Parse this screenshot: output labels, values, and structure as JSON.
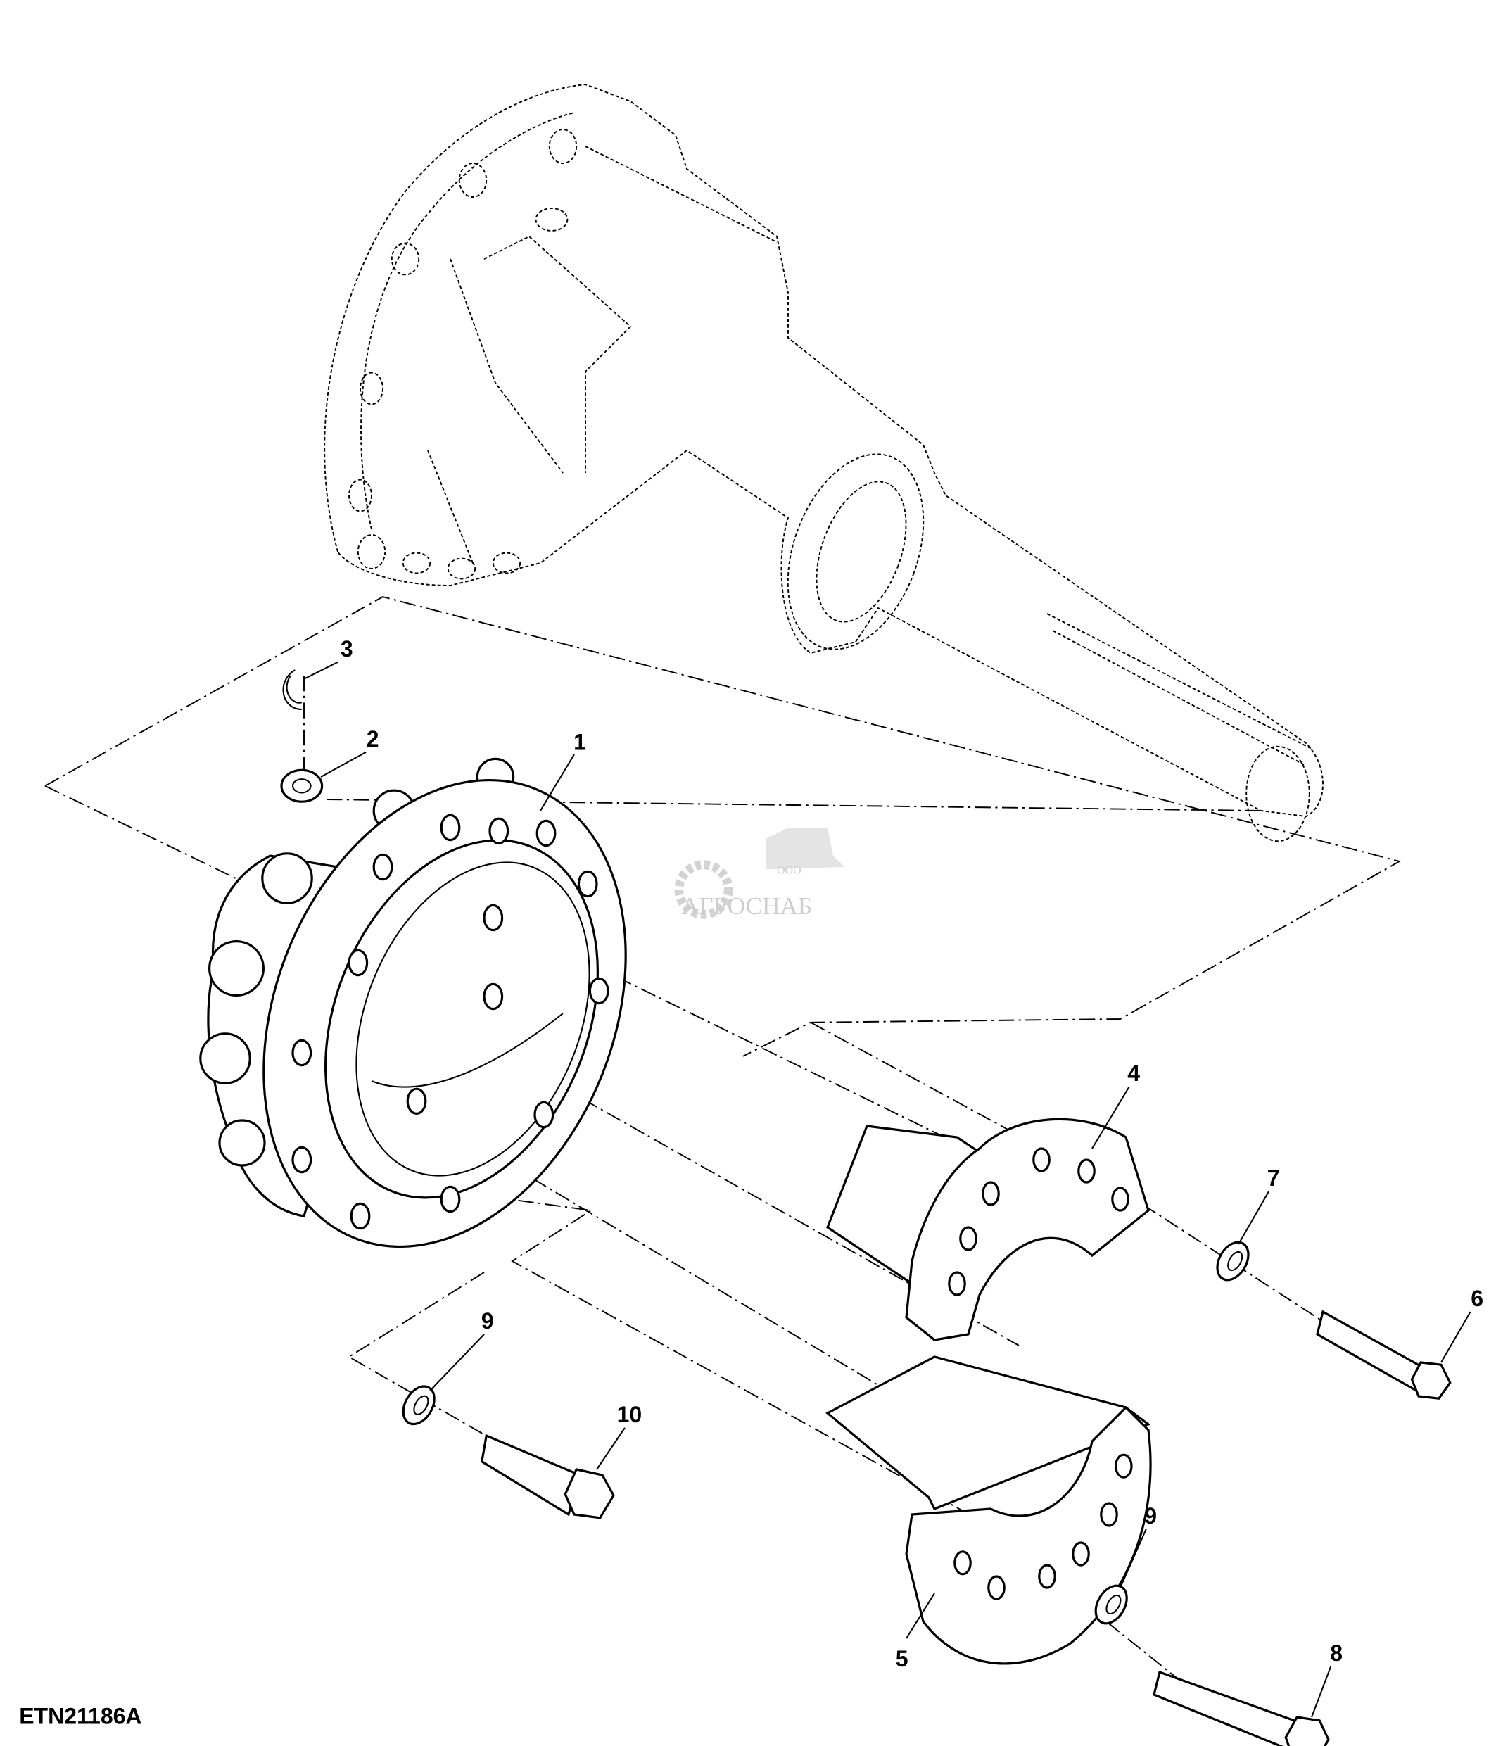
{
  "figure_code": "ETN21186A",
  "watermark": {
    "prefix": "ООО",
    "name": "АГРОСНАБ"
  },
  "callouts": [
    {
      "id": "1",
      "part": "hub"
    },
    {
      "id": "2",
      "part": "castle-nut"
    },
    {
      "id": "3",
      "part": "cotter-pin"
    },
    {
      "id": "4",
      "part": "clamp-half-upper"
    },
    {
      "id": "5",
      "part": "clamp-half-lower"
    },
    {
      "id": "6",
      "part": "bolt"
    },
    {
      "id": "7",
      "part": "washer"
    },
    {
      "id": "8",
      "part": "bolt"
    },
    {
      "id": "9",
      "part": "washer"
    },
    {
      "id": "9b",
      "part": "washer",
      "label": "9"
    },
    {
      "id": "10",
      "part": "bolt"
    }
  ]
}
